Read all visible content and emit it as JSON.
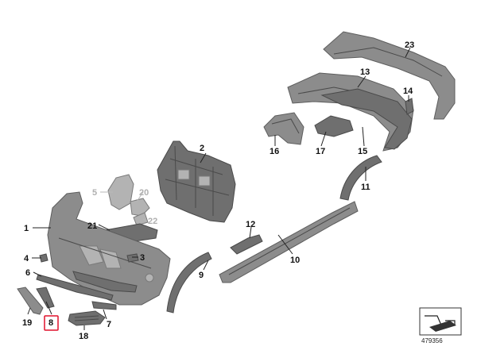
{
  "diagram": {
    "reference_number": "479356",
    "highlighted_part": "8",
    "callouts": [
      {
        "id": "c1",
        "label": "1"
      },
      {
        "id": "c2",
        "label": "2"
      },
      {
        "id": "c3",
        "label": "3"
      },
      {
        "id": "c4",
        "label": "4"
      },
      {
        "id": "c5",
        "label": "5"
      },
      {
        "id": "c6",
        "label": "6"
      },
      {
        "id": "c7",
        "label": "7"
      },
      {
        "id": "c8",
        "label": "8"
      },
      {
        "id": "c9",
        "label": "9"
      },
      {
        "id": "c10",
        "label": "10"
      },
      {
        "id": "c11",
        "label": "11"
      },
      {
        "id": "c12",
        "label": "12"
      },
      {
        "id": "c13",
        "label": "13"
      },
      {
        "id": "c14",
        "label": "14"
      },
      {
        "id": "c15",
        "label": "15"
      },
      {
        "id": "c16",
        "label": "16"
      },
      {
        "id": "c17",
        "label": "17"
      },
      {
        "id": "c18",
        "label": "18"
      },
      {
        "id": "c19",
        "label": "19"
      },
      {
        "id": "c20",
        "label": "20"
      },
      {
        "id": "c21",
        "label": "21"
      },
      {
        "id": "c22",
        "label": "22"
      },
      {
        "id": "c23",
        "label": "23"
      }
    ]
  }
}
